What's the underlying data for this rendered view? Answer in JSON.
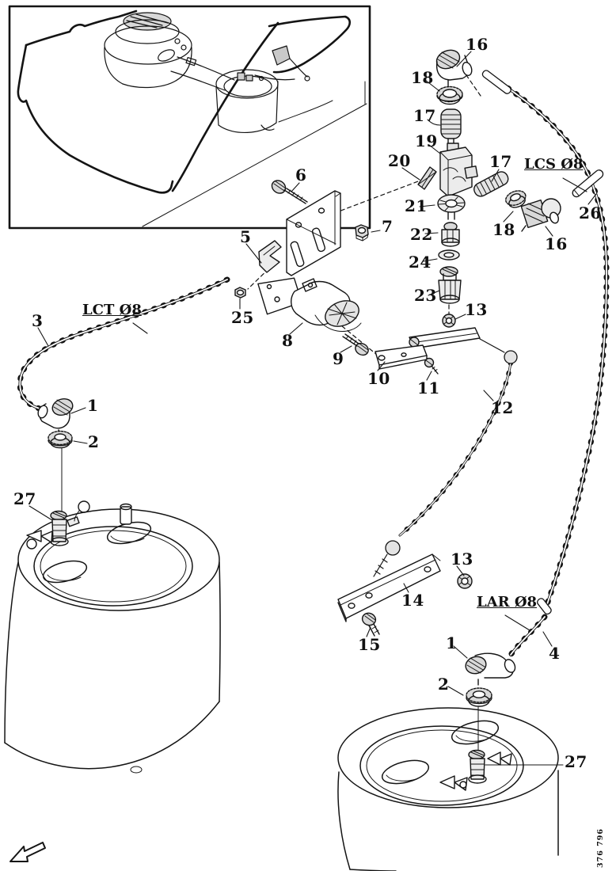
{
  "figure": {
    "code": "376 796"
  },
  "colors": {
    "ink": "#141414",
    "paper": "#ffffff"
  },
  "hose_labels": [
    {
      "key": "lct",
      "text": "LCT Ø8"
    },
    {
      "key": "lcs",
      "text": "LCS Ø8"
    },
    {
      "key": "lar",
      "text": "LAR Ø8"
    }
  ],
  "callouts": [
    {
      "key": "16-top",
      "text": "16"
    },
    {
      "key": "18-top",
      "text": "18"
    },
    {
      "key": "17-top",
      "text": "17"
    },
    {
      "key": "19",
      "text": "19"
    },
    {
      "key": "20",
      "text": "20"
    },
    {
      "key": "17-branch",
      "text": "17"
    },
    {
      "key": "26",
      "text": "26"
    },
    {
      "key": "18-branch",
      "text": "18"
    },
    {
      "key": "16-branch",
      "text": "16"
    },
    {
      "key": "21",
      "text": "21"
    },
    {
      "key": "22",
      "text": "22"
    },
    {
      "key": "24",
      "text": "24"
    },
    {
      "key": "23",
      "text": "23"
    },
    {
      "key": "6",
      "text": "6"
    },
    {
      "key": "7",
      "text": "7"
    },
    {
      "key": "5",
      "text": "5"
    },
    {
      "key": "25",
      "text": "25"
    },
    {
      "key": "8",
      "text": "8"
    },
    {
      "key": "9",
      "text": "9"
    },
    {
      "key": "10",
      "text": "10"
    },
    {
      "key": "11",
      "text": "11"
    },
    {
      "key": "13-upper",
      "text": "13"
    },
    {
      "key": "12",
      "text": "12"
    },
    {
      "key": "3",
      "text": "3"
    },
    {
      "key": "1-left",
      "text": "1"
    },
    {
      "key": "2-left",
      "text": "2"
    },
    {
      "key": "27-left",
      "text": "27"
    },
    {
      "key": "13-lower",
      "text": "13"
    },
    {
      "key": "14",
      "text": "14"
    },
    {
      "key": "15",
      "text": "15"
    },
    {
      "key": "1-right",
      "text": "1"
    },
    {
      "key": "4",
      "text": "4"
    },
    {
      "key": "2-right",
      "text": "2"
    },
    {
      "key": "27-right",
      "text": "27"
    }
  ]
}
